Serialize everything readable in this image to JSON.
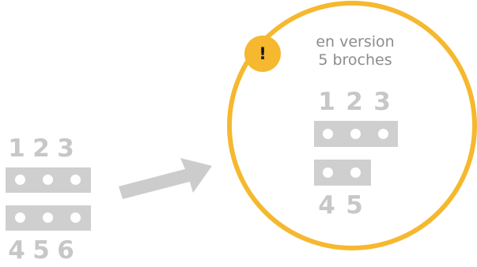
{
  "left_connector": {
    "top_numbers": [
      "1",
      "2",
      "3"
    ],
    "bottom_numbers": [
      "4",
      "5",
      "6"
    ]
  },
  "circle": {
    "warning_symbol": "!",
    "caption_line1": "en version",
    "caption_line2": "5 broches",
    "top_numbers": [
      "1",
      "2",
      "3"
    ],
    "bottom_numbers": [
      "4",
      "5"
    ]
  },
  "colors": {
    "accent": "#f5b82e",
    "pin_gray": "#cfcfcf",
    "number_gray": "#c7c7c7",
    "arrow_gray": "#cccccc"
  },
  "icons": [
    "warning-icon",
    "arrow-icon"
  ]
}
